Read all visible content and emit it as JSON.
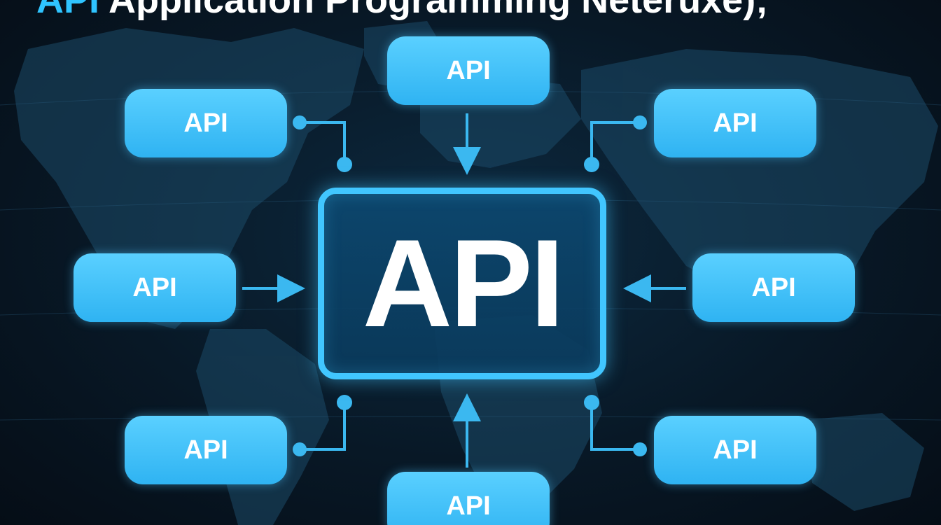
{
  "title": {
    "prefix": "API",
    "rest": " Application Programming Neteruxe);"
  },
  "hub": {
    "label": "API"
  },
  "nodes": [
    {
      "id": "top",
      "label": "API"
    },
    {
      "id": "top-left",
      "label": "API"
    },
    {
      "id": "top-right",
      "label": "API"
    },
    {
      "id": "left",
      "label": "API"
    },
    {
      "id": "right",
      "label": "API"
    },
    {
      "id": "bottom-left",
      "label": "API"
    },
    {
      "id": "bottom-right",
      "label": "API"
    },
    {
      "id": "bottom",
      "label": "API"
    }
  ],
  "colors": {
    "background": "#07111c",
    "map_land": "#1b4a68",
    "node_fill": "#45c3fb",
    "hub_border": "#41c6ff",
    "hub_fill": "#0c4870",
    "connector": "#3bb8f0",
    "title_accent": "#2fc4ff",
    "text": "#ffffff"
  }
}
